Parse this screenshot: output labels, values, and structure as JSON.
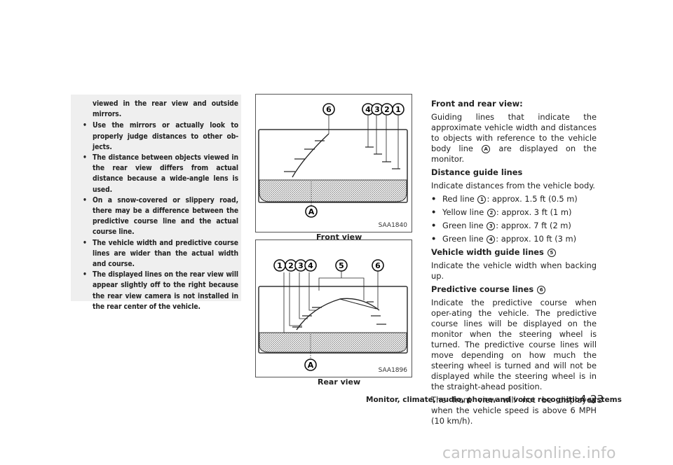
{
  "left_box": {
    "intro": "viewed in the rear view and outside mirrors.",
    "bullets": [
      "Use the mirrors or actually look to properly judge distances to other ob-jects.",
      "The distance between objects viewed in the rear view differs from actual distance because a wide-angle lens is used.",
      "On a snow-covered or slippery road, there may be a difference between the predictive course line and the actual course line.",
      "The vehicle width and predictive course lines are wider than the actual width and course.",
      "The displayed lines on the rear view will appear slightly off to the right because the rear view camera is not installed in the rear center of the vehicle."
    ],
    "bullet_mark": "•"
  },
  "figures": [
    {
      "code": "SAA1840",
      "caption": "Front view",
      "callouts": [
        "6",
        "4",
        "3",
        "2",
        "1",
        "A"
      ]
    },
    {
      "code": "SAA1896",
      "caption": "Rear view",
      "callouts": [
        "1",
        "2",
        "3",
        "4",
        "5",
        "6",
        "A"
      ]
    }
  ],
  "right": {
    "heading": "Front and rear view:",
    "p1a": "Guiding lines that indicate the approximate vehicle width and distances to objects with reference to the vehicle body line",
    "p1_marker": "A",
    "p1b": "are displayed on the monitor.",
    "distance_heading": "Distance guide lines",
    "distance_text": "Indicate distances from the vehicle body.",
    "distance_items": [
      {
        "label": "Red line",
        "num": "1",
        "text": ": approx. 1.5 ft (0.5 m)"
      },
      {
        "label": "Yellow line",
        "num": "2",
        "text": ": approx. 3 ft (1 m)"
      },
      {
        "label": "Green line",
        "num": "3",
        "text": ": approx. 7 ft (2 m)"
      },
      {
        "label": "Green line",
        "num": "4",
        "text": ": approx. 10 ft (3 m)"
      }
    ],
    "width_heading": "Vehicle width guide lines",
    "width_num": "5",
    "width_text": "Indicate the vehicle width when backing up.",
    "predictive_heading": "Predictive course lines",
    "predictive_num": "6",
    "predictive_text": "Indicate the predictive course when oper-ating the vehicle. The predictive course lines will be displayed on the monitor when the steering wheel is turned. The predictive course lines will move depending on how much the steering wheel is turned and will not be displayed while the steering wheel is in the straight-ahead position.",
    "front_note": "The front view will not be displayed when the vehicle speed is above 6 MPH (10 km/h)."
  },
  "footer": {
    "section": "Monitor, climate, audio, phone and voice recognition systems",
    "page": "4-23"
  },
  "watermark": "carmanualsonline.info"
}
